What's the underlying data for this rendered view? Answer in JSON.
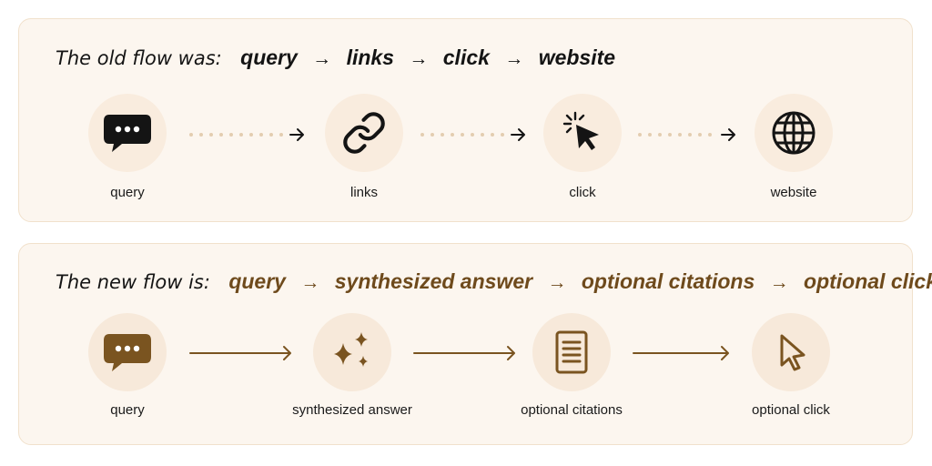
{
  "old_flow": {
    "heading_lead": "The old flow was:",
    "heading_steps": [
      "query",
      "links",
      "click",
      "website"
    ],
    "arrow_glyph": "→",
    "nodes": [
      {
        "label": "query",
        "icon": "speech-bubble-icon"
      },
      {
        "label": "links",
        "icon": "link-icon"
      },
      {
        "label": "click",
        "icon": "cursor-click-icon"
      },
      {
        "label": "website",
        "icon": "globe-icon"
      }
    ]
  },
  "new_flow": {
    "heading_lead": "The new flow is:",
    "heading_steps": [
      "query",
      "synthesized answer",
      "optional citations",
      "optional click"
    ],
    "arrow_glyph": "→",
    "nodes": [
      {
        "label": "query",
        "icon": "speech-bubble-icon"
      },
      {
        "label": "synthesized answer",
        "icon": "sparkles-icon"
      },
      {
        "label": "optional citations",
        "icon": "document-icon"
      },
      {
        "label": "optional click",
        "icon": "cursor-icon"
      }
    ]
  },
  "colors": {
    "panel_bg": "#fcf6ef",
    "panel_border": "#f1e1cc",
    "node_bg": "#f9ecde",
    "old_ink": "#141414",
    "new_ink": "#6e4a1c",
    "dot_color": "#e3cdb0"
  }
}
